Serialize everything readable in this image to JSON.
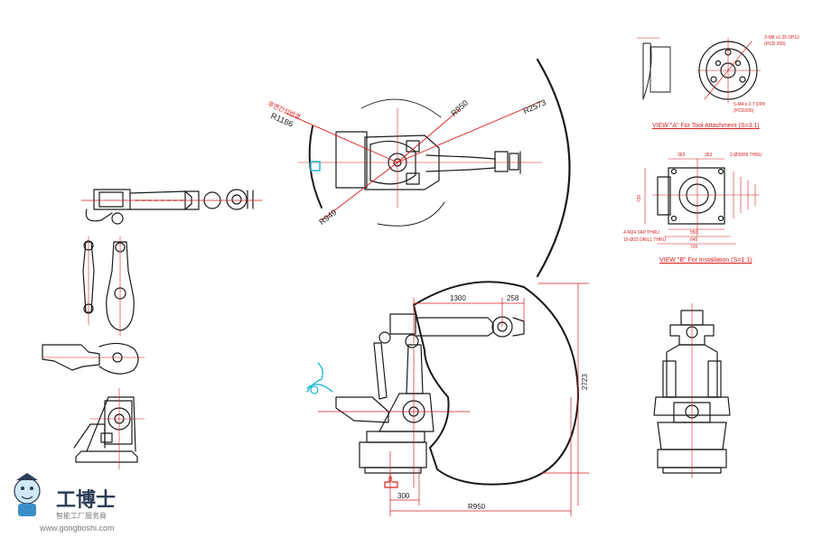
{
  "colors": {
    "line": "#1a1a1a",
    "dimension": "#d81e1e",
    "accent": "#1db8d8",
    "logo": "#2b3c55"
  },
  "top_view": {
    "korean_note": "후면간섭반경",
    "r1186": "R1186",
    "r950": "R950",
    "r2573": "R2573",
    "r949": "R949"
  },
  "detail_a": {
    "title": "VIEW \"A\" For Tool Attachment (S=3:1)",
    "notes": [
      "3-M8 x1.25 DP12",
      "(PCD 200)",
      "5-M4 x 0.7 DP8",
      "(PCD200)"
    ]
  },
  "detail_b": {
    "title": "VIEW \"B\" For Installation (S=1:1)",
    "top_dims": [
      "363",
      "363"
    ],
    "side_note": "2-Ø30H9 THRU",
    "notes": [
      "4-M24 TAP THRU",
      "16-Ø22 DRILL THRU"
    ],
    "bottom_dims": [
      "550",
      "645",
      "720"
    ],
    "left_dim": "720"
  },
  "side_view": {
    "dims": [
      "1300",
      "258",
      "2723",
      "300",
      "R950"
    ],
    "view_marker": "B"
  },
  "logo": {
    "name": "工博士",
    "tagline": "智能工厂服务商",
    "url": "www.gongboshi.com"
  }
}
